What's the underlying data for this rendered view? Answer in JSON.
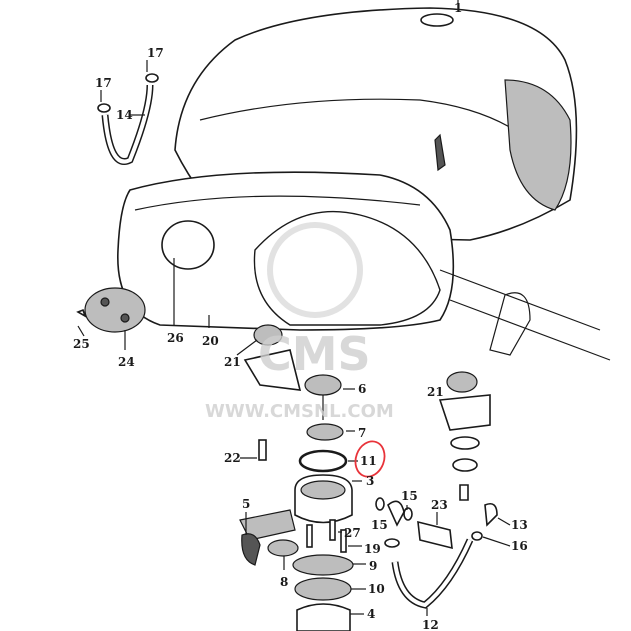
{
  "diagram": {
    "labels": [
      "1",
      "17",
      "17",
      "14",
      "25",
      "24",
      "26",
      "20",
      "21",
      "6",
      "21",
      "7",
      "22",
      "11",
      "3",
      "5",
      "15",
      "23",
      "13",
      "15",
      "27",
      "19",
      "16",
      "9",
      "8",
      "10",
      "4",
      "12"
    ],
    "highlighted_label": "11",
    "highlight_color": "#e8333a"
  },
  "watermark": {
    "logo": "CMS",
    "url": "WWW.CMSNL.COM"
  }
}
